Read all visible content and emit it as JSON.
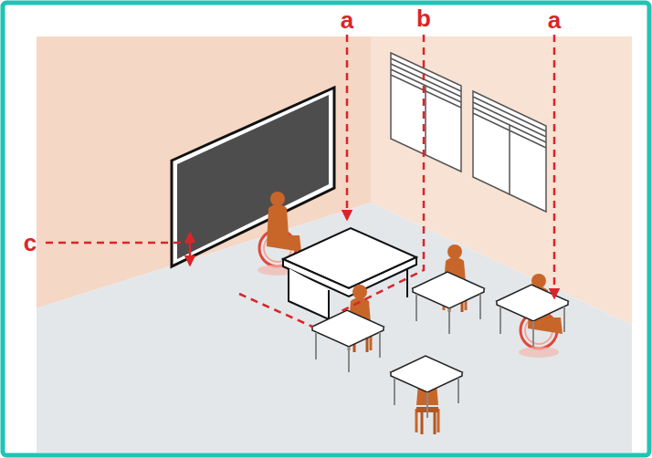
{
  "diagram": {
    "labels": [
      "a",
      "b",
      "a",
      "c"
    ]
  }
}
